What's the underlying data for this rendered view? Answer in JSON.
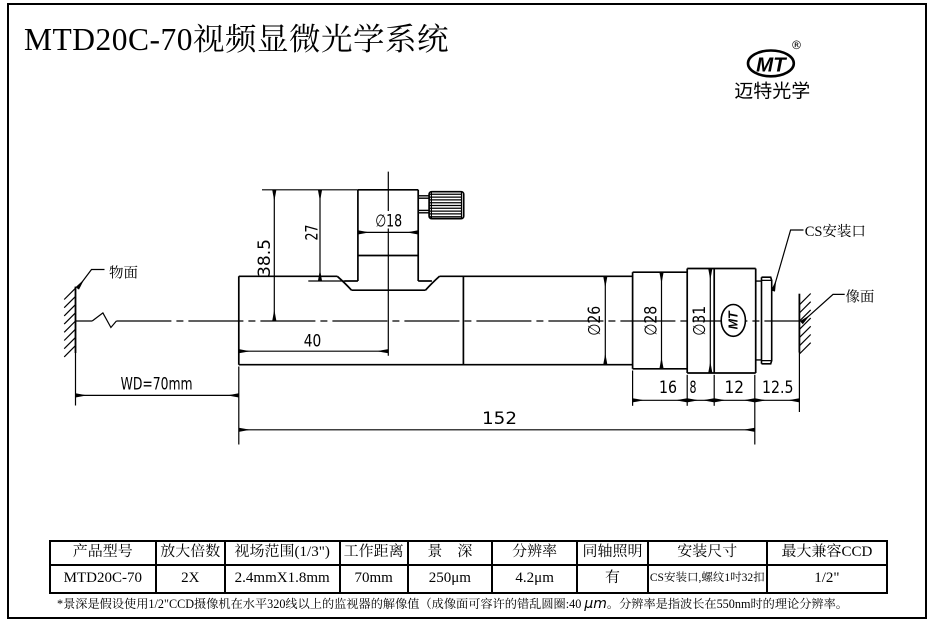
{
  "title": "MTD20C-70视频显微光学系统",
  "logo": {
    "mark": "MT",
    "registered": "®",
    "company": "迈特光学"
  },
  "drawing": {
    "labels": {
      "object_plane": "物面",
      "image_plane": "像面",
      "cs_mount_port": "CS安装口",
      "barrel_logo": "MT"
    },
    "dimensions": {
      "total_height": "38.5",
      "block_height": "27",
      "knob_diameter": "∅18",
      "front_length": "40",
      "working_distance": "WD=70mm",
      "overall_length": "152",
      "tube_diameter": "∅26",
      "collar_diameter": "∅28",
      "mount_diameter": "∅31",
      "collar_length": "16",
      "spacer_length": "8",
      "mount_length": "12",
      "flange_distance": "12.5"
    }
  },
  "table": {
    "headers": [
      "产品型号",
      "放大倍数",
      "视场范围(1/3\")",
      "工作距离",
      "景　深",
      "分辨率",
      "同轴照明",
      "安装尺寸",
      "最大兼容CCD"
    ],
    "row": [
      "MTD20C-70",
      "2X",
      "2.4mmX1.8mm",
      "70mm",
      "250μm",
      "4.2μm",
      "有",
      "CS安装口,螺纹1吋32扣",
      "1/2\""
    ]
  },
  "footnote": {
    "prefix": "*",
    "body": "景深是假设使用1/2\"CCD摄像机在水平320线以上的监视器的解像值（成像面可容许的错乱圆圈:40 ",
    "unit": "μm",
    "suffix": "。分辨率是指波长在550nm时的理论分辨率。"
  },
  "colors": {
    "ink": "#000000",
    "paper": "#ffffff"
  }
}
